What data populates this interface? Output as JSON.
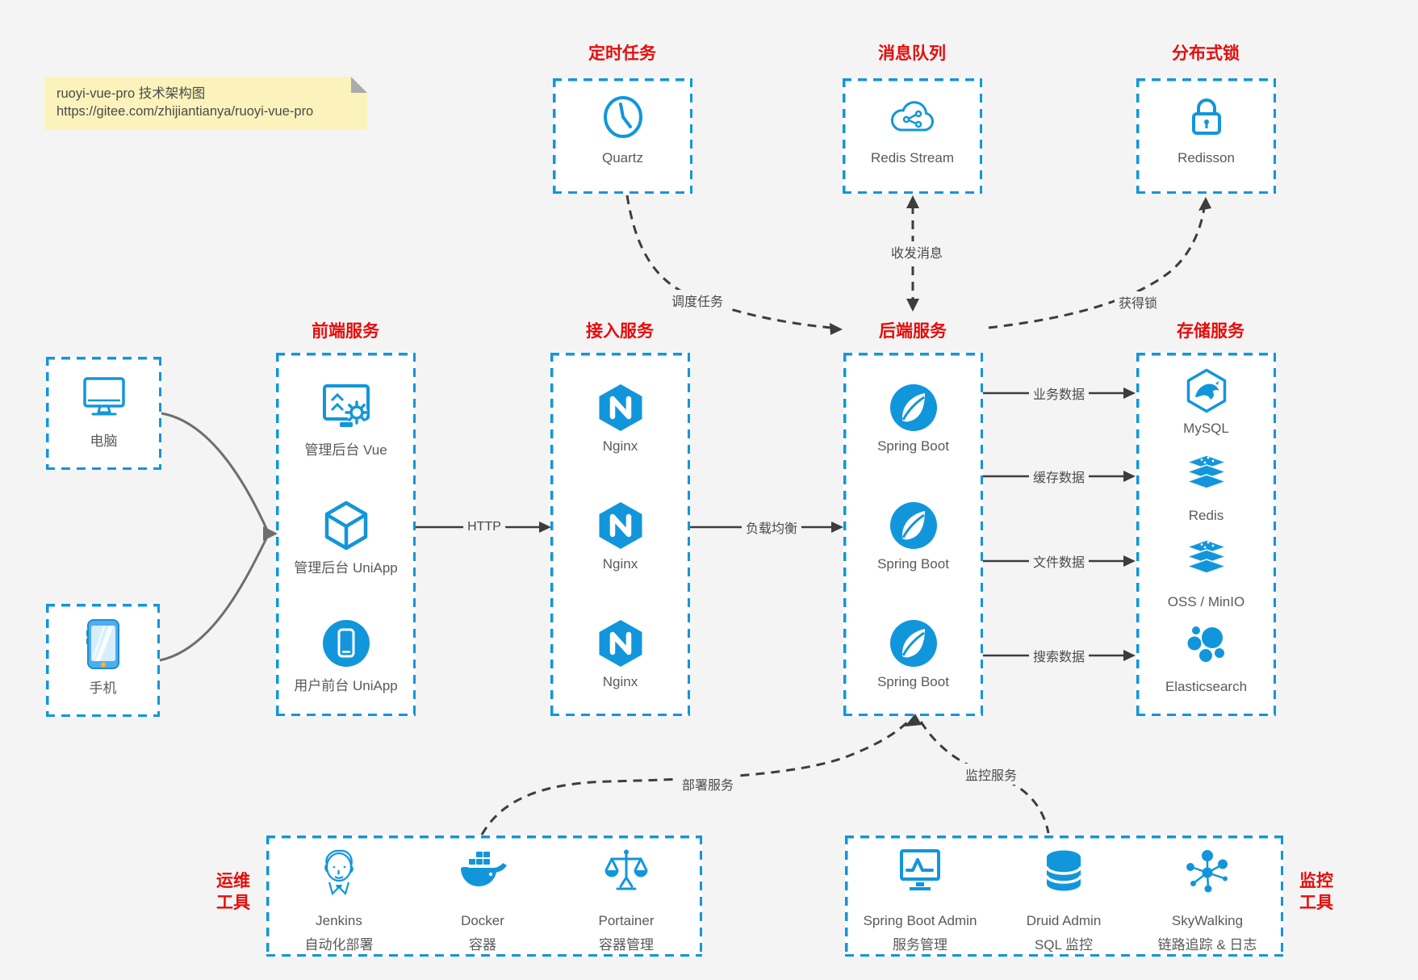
{
  "note": {
    "line1": "ruoyi-vue-pro 技术架构图",
    "line2": "https://gitee.com/zhijiantianya/ruoyi-vue-pro"
  },
  "colors": {
    "accent_blue": "#1296db",
    "title_red": "#e50d0b",
    "canvas_bg": "#f4f4f5",
    "connector_dark": "#3d3d3d",
    "label_gray": "#595959",
    "note_yellow": "#fbf3bb"
  },
  "top_services": [
    {
      "title": "定时任务",
      "label": "Quartz",
      "icon": "clock-icon"
    },
    {
      "title": "消息队列",
      "label": "Redis Stream",
      "icon": "cloud-stream-icon"
    },
    {
      "title": "分布式锁",
      "label": "Redisson",
      "icon": "lock-icon"
    }
  ],
  "clients": [
    {
      "label": "电脑",
      "icon": "desktop-icon"
    },
    {
      "label": "手机",
      "icon": "phone-icon"
    }
  ],
  "columns": [
    {
      "title": "前端服务",
      "items": [
        {
          "label": "管理后台 Vue",
          "icon": "admin-vue-icon"
        },
        {
          "label": "管理后台 UniApp",
          "icon": "uniapp-cube-icon"
        },
        {
          "label": "用户前台 UniApp",
          "icon": "uniapp-user-icon"
        }
      ]
    },
    {
      "title": "接入服务",
      "items": [
        {
          "label": "Nginx",
          "icon": "nginx-icon"
        },
        {
          "label": "Nginx",
          "icon": "nginx-icon"
        },
        {
          "label": "Nginx",
          "icon": "nginx-icon"
        }
      ]
    },
    {
      "title": "后端服务",
      "items": [
        {
          "label": "Spring Boot",
          "icon": "spring-boot-icon"
        },
        {
          "label": "Spring Boot",
          "icon": "spring-boot-icon"
        },
        {
          "label": "Spring Boot",
          "icon": "spring-boot-icon"
        }
      ]
    },
    {
      "title": "存储服务",
      "items": [
        {
          "label": "MySQL",
          "icon": "mysql-icon"
        },
        {
          "label": "Redis",
          "icon": "redis-icon"
        },
        {
          "label": "OSS / MinIO",
          "icon": "oss-minio-icon"
        },
        {
          "label": "Elasticsearch",
          "icon": "elasticsearch-icon"
        }
      ]
    }
  ],
  "edges": {
    "http": "HTTP",
    "load_balance": "负载均衡",
    "schedule": "调度任务",
    "message": "收发消息",
    "lock": "获得锁",
    "deploy": "部署服务",
    "monitor": "监控服务",
    "data": [
      "业务数据",
      "缓存数据",
      "文件数据",
      "搜索数据"
    ]
  },
  "tool_groups": [
    {
      "title_line1": "运维",
      "title_line2": "工具",
      "items": [
        {
          "name": "Jenkins",
          "desc": "自动化部署",
          "icon": "jenkins-icon"
        },
        {
          "name": "Docker",
          "desc": "容器",
          "icon": "docker-icon"
        },
        {
          "name": "Portainer",
          "desc": "容器管理",
          "icon": "portainer-icon"
        }
      ]
    },
    {
      "title_line1": "监控",
      "title_line2": "工具",
      "items": [
        {
          "name": "Spring Boot Admin",
          "desc": "服务管理",
          "icon": "spring-admin-icon"
        },
        {
          "name": "Druid Admin",
          "desc": "SQL 监控",
          "icon": "druid-icon"
        },
        {
          "name": "SkyWalking",
          "desc": "链路追踪 & 日志",
          "icon": "skywalking-icon"
        }
      ]
    }
  ]
}
